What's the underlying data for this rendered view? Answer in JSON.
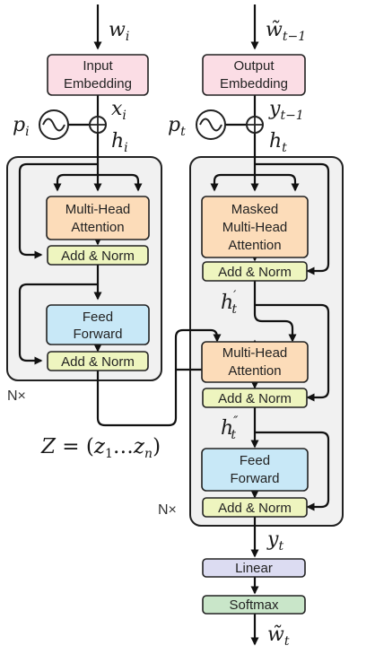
{
  "colors": {
    "embedding": "#fbdde5",
    "attention": "#fcdcb9",
    "add_norm": "#eef5bf",
    "feed_forward": "#c8e8f7",
    "linear": "#dcdcf2",
    "softmax": "#c9e6c9",
    "stack_bg": "#f1f1f1",
    "stroke": "#222222"
  },
  "encoder": {
    "input_token": "w_i",
    "embedding": [
      "Input",
      "Embedding"
    ],
    "positional": "p_i",
    "embedded": "x_i",
    "hidden": "h_i",
    "attention": [
      "Multi-Head",
      "Attention"
    ],
    "add_norm_1": "Add & Norm",
    "feed_forward": [
      "Feed",
      "Forward"
    ],
    "add_norm_2": "Add & Norm",
    "repeat": "N×"
  },
  "encoder_output": "Z = (z_1 ... z_n)",
  "decoder": {
    "input_token": "w̃_{t−1}",
    "embedding": [
      "Output",
      "Embedding"
    ],
    "positional": "p_t",
    "embedded": "y_{t−1}",
    "hidden": "h_t",
    "masked_attention": [
      "Masked",
      "Multi-Head",
      "Attention"
    ],
    "add_norm_1": "Add & Norm",
    "hidden_prime": "h′_t",
    "cross_attention": [
      "Multi-Head",
      "Attention"
    ],
    "add_norm_2": "Add & Norm",
    "hidden_double_prime": "h″_t",
    "feed_forward": [
      "Feed",
      "Forward"
    ],
    "add_norm_3": "Add & Norm",
    "repeat": "N×",
    "output": "y_t",
    "linear": "Linear",
    "softmax": "Softmax",
    "prediction": "w̃_t"
  }
}
